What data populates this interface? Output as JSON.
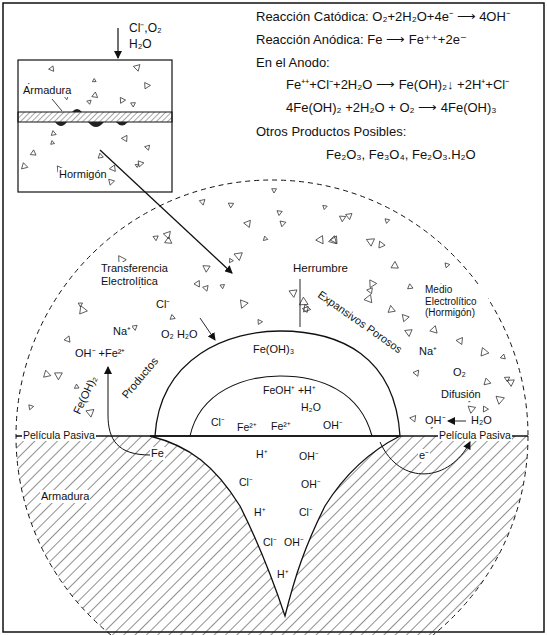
{
  "diagram": {
    "labels": [
      "Reacción Catódica: O₂+2H₂O+4e⁻ ⟶ 4OH⁻",
      "Reacción Anódica: Fe ⟶ Fe⁺⁺+2e⁻",
      "En el Anodo:",
      "Fe⁺⁺+Cl⁻+2H₂O ⟶ Fe(OH)₂↓ +2H⁺+Cl⁻",
      "4Fe(OH)₂ +2H₂O + O₂ ⟶ 4Fe(OH)₃",
      "Otros Productos Posibles:",
      "Fe₂O₃, Fe₃O₄, Fe₂O₃.H₂O",
      "Cl⁻,O₂",
      "H₂O",
      "Armadura",
      "Hormigón",
      "Transferencia Electrolítica",
      "Herrumbre",
      "Na⁺",
      "Cl⁻",
      "OH⁻ +Fe²⁺",
      "O₂ H₂O",
      "Fe(OH)₂",
      "Productos",
      "Fe(OH)₃",
      "Expansivos Porosos",
      "Na⁺",
      "Medio Electrolítico (Hormigón)",
      "O₂",
      "Difusión",
      "OH⁻",
      "H₂O",
      "Cl⁻",
      "Fe²⁺",
      "FeOH⁺ +H⁺",
      "H₂O",
      "Fe²⁺",
      "OH⁻",
      "Fe",
      "Película Pasiva",
      "Película Pasiva",
      "e⁻",
      "Armadura",
      "H⁺",
      "OH⁻",
      "Cl⁻",
      "OH⁻",
      "H⁺",
      "Cl⁻",
      "Cl⁻",
      "OH⁻",
      "H⁺"
    ]
  }
}
